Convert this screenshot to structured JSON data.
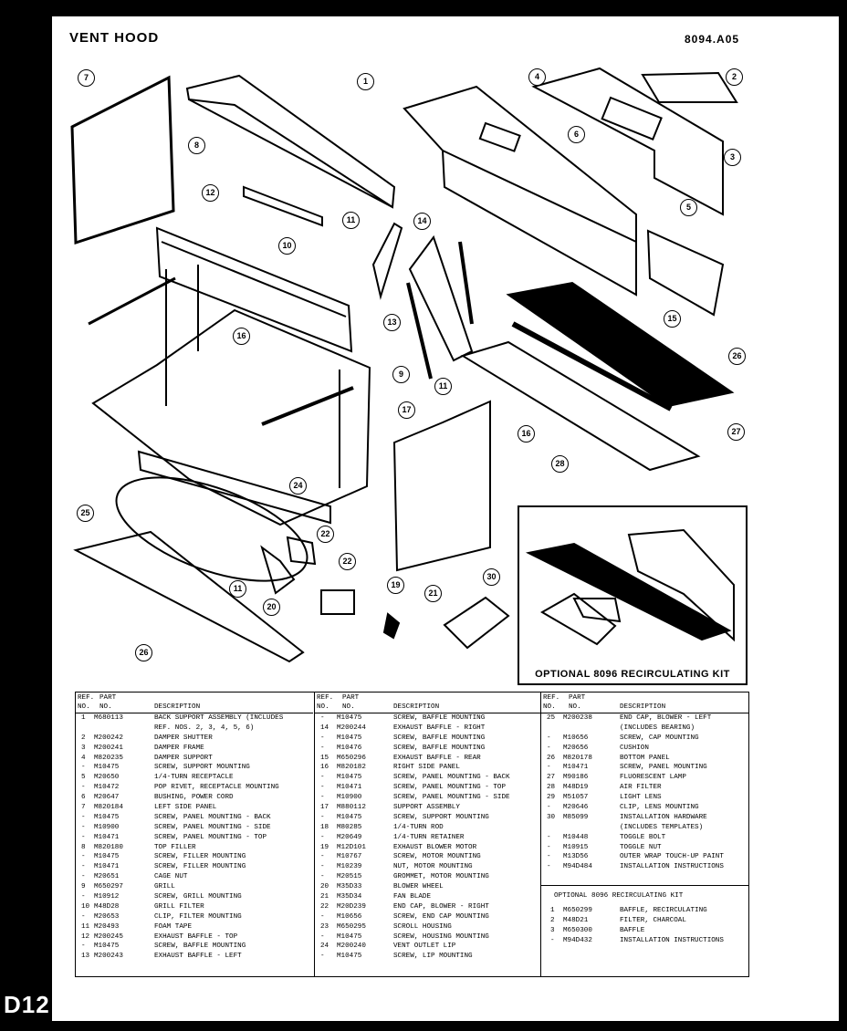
{
  "header": {
    "title": "VENT HOOD",
    "model": "8094.A05"
  },
  "footer": {
    "page_id": "D12"
  },
  "table_headers": {
    "ref": "REF.",
    "no": "NO.",
    "part": "PART",
    "part_no": "NO.",
    "description": "DESCRIPTION"
  },
  "kit_panel": {
    "caption": "OPTIONAL 8096 RECIRCULATING KIT"
  },
  "callouts": [
    {
      "label": "7"
    },
    {
      "label": "8"
    },
    {
      "label": "1"
    },
    {
      "label": "4"
    },
    {
      "label": "2"
    },
    {
      "label": "3"
    },
    {
      "label": "6"
    },
    {
      "label": "5"
    },
    {
      "label": "12"
    },
    {
      "label": "11"
    },
    {
      "label": "14"
    },
    {
      "label": "10"
    },
    {
      "label": "13"
    },
    {
      "label": "15"
    },
    {
      "label": "16"
    },
    {
      "label": "9"
    },
    {
      "label": "11"
    },
    {
      "label": "26"
    },
    {
      "label": "27"
    },
    {
      "label": "17"
    },
    {
      "label": "16"
    },
    {
      "label": "28"
    },
    {
      "label": "25"
    },
    {
      "label": "24"
    },
    {
      "label": "22"
    },
    {
      "label": "22"
    },
    {
      "label": "11"
    },
    {
      "label": "20"
    },
    {
      "label": "19"
    },
    {
      "label": "21"
    },
    {
      "label": "30"
    },
    {
      "label": "26"
    },
    {
      "label": "2"
    },
    {
      "label": "1"
    },
    {
      "label": "3"
    }
  ],
  "parts": [
    [
      {
        "ref": "1",
        "part": "M680113",
        "desc": "BACK SUPPORT ASSEMBLY (INCLUDES"
      },
      {
        "ref": "",
        "part": "",
        "desc": "REF. NOS. 2, 3, 4, 5, 6)"
      },
      {
        "ref": "2",
        "part": "M200242",
        "desc": "DAMPER SHUTTER"
      },
      {
        "ref": "3",
        "part": "M200241",
        "desc": "DAMPER FRAME"
      },
      {
        "ref": "4",
        "part": "M820235",
        "desc": "DAMPER SUPPORT"
      },
      {
        "ref": "-",
        "part": "M10475",
        "desc": "SCREW, SUPPORT MOUNTING"
      },
      {
        "ref": "5",
        "part": "M20650",
        "desc": "1/4-TURN RECEPTACLE"
      },
      {
        "ref": "-",
        "part": "M10472",
        "desc": "POP RIVET, RECEPTACLE MOUNTING"
      },
      {
        "ref": "6",
        "part": "M20647",
        "desc": "BUSHING, POWER CORD"
      },
      {
        "ref": "7",
        "part": "M820184",
        "desc": "LEFT SIDE PANEL"
      },
      {
        "ref": "-",
        "part": "M10475",
        "desc": "SCREW, PANEL MOUNTING - BACK"
      },
      {
        "ref": "-",
        "part": "M10900",
        "desc": "SCREW, PANEL MOUNTING - SIDE"
      },
      {
        "ref": "-",
        "part": "M10471",
        "desc": "SCREW, PANEL MOUNTING - TOP"
      },
      {
        "ref": "8",
        "part": "M820180",
        "desc": "TOP FILLER"
      },
      {
        "ref": "-",
        "part": "M10475",
        "desc": "SCREW, FILLER MOUNTING"
      },
      {
        "ref": "-",
        "part": "M10471",
        "desc": "SCREW, FILLER MOUNTING"
      },
      {
        "ref": "-",
        "part": "M20651",
        "desc": "CAGE NUT"
      },
      {
        "ref": "9",
        "part": "M650297",
        "desc": "GRILL"
      },
      {
        "ref": "-",
        "part": "M10912",
        "desc": "SCREW, GRILL MOUNTING"
      },
      {
        "ref": "10",
        "part": "M48D28",
        "desc": "GRILL FILTER"
      },
      {
        "ref": "-",
        "part": "M20653",
        "desc": "CLIP, FILTER MOUNTING"
      },
      {
        "ref": "11",
        "part": "M20493",
        "desc": "FOAM TAPE"
      },
      {
        "ref": "12",
        "part": "M200245",
        "desc": "EXHAUST BAFFLE - TOP"
      },
      {
        "ref": "-",
        "part": "M10475",
        "desc": "SCREW, BAFFLE MOUNTING"
      },
      {
        "ref": "13",
        "part": "M200243",
        "desc": "EXHAUST BAFFLE - LEFT"
      }
    ],
    [
      {
        "ref": "-",
        "part": "M10475",
        "desc": "SCREW, BAFFLE MOUNTING"
      },
      {
        "ref": "14",
        "part": "M200244",
        "desc": "EXHAUST BAFFLE - RIGHT"
      },
      {
        "ref": "-",
        "part": "M10475",
        "desc": "SCREW, BAFFLE MOUNTING"
      },
      {
        "ref": "-",
        "part": "M10476",
        "desc": "SCREW, BAFFLE MOUNTING"
      },
      {
        "ref": "15",
        "part": "M650296",
        "desc": "EXHAUST BAFFLE - REAR"
      },
      {
        "ref": "16",
        "part": "M820182",
        "desc": "RIGHT SIDE PANEL"
      },
      {
        "ref": "-",
        "part": "M10475",
        "desc": "SCREW, PANEL MOUNTING - BACK"
      },
      {
        "ref": "-",
        "part": "M10471",
        "desc": "SCREW, PANEL MOUNTING - TOP"
      },
      {
        "ref": "-",
        "part": "M10900",
        "desc": "SCREW, PANEL MOUNTING - SIDE"
      },
      {
        "ref": "17",
        "part": "M880112",
        "desc": "SUPPORT ASSEMBLY"
      },
      {
        "ref": "-",
        "part": "M10475",
        "desc": "SCREW, SUPPORT MOUNTING"
      },
      {
        "ref": "18",
        "part": "M80285",
        "desc": "1/4-TURN ROD"
      },
      {
        "ref": "-",
        "part": "M20649",
        "desc": "1/4-TURN RETAINER"
      },
      {
        "ref": "19",
        "part": "M12D101",
        "desc": "EXHAUST BLOWER MOTOR"
      },
      {
        "ref": "-",
        "part": "M10767",
        "desc": "SCREW, MOTOR MOUNTING"
      },
      {
        "ref": "-",
        "part": "M10239",
        "desc": "NUT, MOTOR MOUNTING"
      },
      {
        "ref": "-",
        "part": "M20515",
        "desc": "GROMMET, MOTOR MOUNTING"
      },
      {
        "ref": "20",
        "part": "M35D33",
        "desc": "BLOWER WHEEL"
      },
      {
        "ref": "21",
        "part": "M35D34",
        "desc": "FAN BLADE"
      },
      {
        "ref": "22",
        "part": "M20D239",
        "desc": "END CAP, BLOWER - RIGHT"
      },
      {
        "ref": "-",
        "part": "M10656",
        "desc": "SCREW, END CAP MOUNTING"
      },
      {
        "ref": "23",
        "part": "M650295",
        "desc": "SCROLL HOUSING"
      },
      {
        "ref": "-",
        "part": "M10475",
        "desc": "SCREW, HOUSING MOUNTING"
      },
      {
        "ref": "24",
        "part": "M200240",
        "desc": "VENT OUTLET LIP"
      },
      {
        "ref": "-",
        "part": "M10475",
        "desc": "SCREW, LIP MOUNTING"
      }
    ],
    [
      {
        "ref": "25",
        "part": "M200238",
        "desc": "END CAP, BLOWER - LEFT"
      },
      {
        "ref": "",
        "part": "",
        "desc": "(INCLUDES BEARING)"
      },
      {
        "ref": "-",
        "part": "M10656",
        "desc": "SCREW, CAP MOUNTING"
      },
      {
        "ref": "-",
        "part": "M20656",
        "desc": "CUSHION"
      },
      {
        "ref": "26",
        "part": "M820178",
        "desc": "BOTTOM PANEL"
      },
      {
        "ref": "-",
        "part": "M10471",
        "desc": "SCREW, PANEL MOUNTING"
      },
      {
        "ref": "27",
        "part": "M90186",
        "desc": "FLUORESCENT LAMP"
      },
      {
        "ref": "28",
        "part": "M48D19",
        "desc": "AIR FILTER"
      },
      {
        "ref": "29",
        "part": "M51057",
        "desc": "LIGHT LENS"
      },
      {
        "ref": "-",
        "part": "M20646",
        "desc": "CLIP, LENS MOUNTING"
      },
      {
        "ref": "30",
        "part": "M85099",
        "desc": "INSTALLATION HARDWARE"
      },
      {
        "ref": "",
        "part": "",
        "desc": "(INCLUDES TEMPLATES)"
      },
      {
        "ref": "-",
        "part": "M10448",
        "desc": "TOGGLE BOLT"
      },
      {
        "ref": "-",
        "part": "M10915",
        "desc": "TOGGLE NUT"
      },
      {
        "ref": "-",
        "part": "M13D56",
        "desc": "OUTER WRAP TOUCH-UP PAINT"
      },
      {
        "ref": "-",
        "part": "M94D484",
        "desc": "INSTALLATION INSTRUCTIONS"
      }
    ]
  ],
  "kit_section": {
    "title": "OPTIONAL 8096 RECIRCULATING KIT",
    "items": [
      {
        "ref": "1",
        "part": "M650299",
        "desc": "BAFFLE, RECIRCULATING"
      },
      {
        "ref": "2",
        "part": "M48D21",
        "desc": "FILTER, CHARCOAL"
      },
      {
        "ref": "3",
        "part": "M650300",
        "desc": "BAFFLE"
      },
      {
        "ref": "-",
        "part": "M94D432",
        "desc": "INSTALLATION INSTRUCTIONS"
      }
    ]
  }
}
